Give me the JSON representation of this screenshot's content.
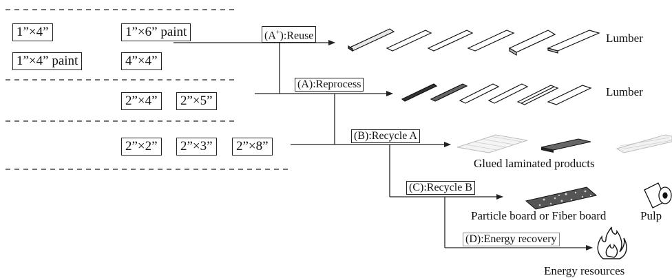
{
  "lumber_groups": [
    {
      "sizes": [
        "1”×4”",
        "1”×6” paint",
        "1”×4” paint",
        "4”×4”"
      ]
    },
    {
      "sizes": [
        "2”×4”",
        "2”×5”"
      ]
    },
    {
      "sizes": [
        "2”×2”",
        "2”×3”",
        "2”×8”"
      ]
    }
  ],
  "routes": [
    {
      "label_main": "(A",
      "label_sup": "+",
      "label_rest": "):Reuse",
      "product": "Lumber"
    },
    {
      "label": "(A):Reprocess",
      "product": "Lumber"
    },
    {
      "label": "(B):Recycle A",
      "product": "Glued laminated products"
    },
    {
      "label": "(C):Recycle B",
      "product": "Particle board or Fiber board",
      "product_2": "Pulp"
    },
    {
      "label": "(D):Energy recovery",
      "product": "Energy resources"
    }
  ],
  "icons": [
    "lumber-board-icon",
    "glued-laminated-icon",
    "particle-board-icon",
    "toilet-paper-roll-icon",
    "fire-icon"
  ],
  "colors": {
    "line": "#222222",
    "dash": "#444444",
    "faint": "#aaaaaa"
  }
}
